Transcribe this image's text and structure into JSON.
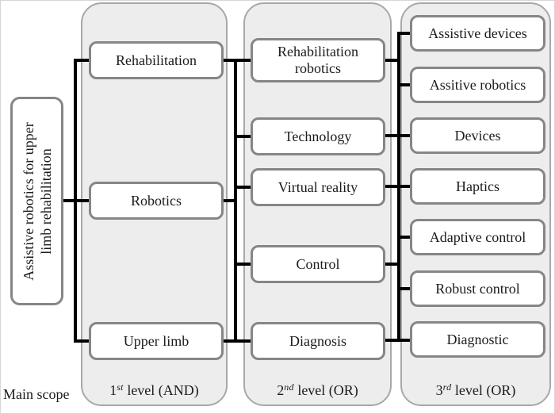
{
  "main_scope": {
    "box_line1": "Assistive robotics for upper",
    "box_line2": "limb rehabilitation",
    "caption": "Main scope"
  },
  "levels": [
    {
      "caption": {
        "num": "1",
        "sup": "st",
        "rest": " level (AND)"
      },
      "nodes": [
        "Rehabilitation",
        "Robotics",
        "Upper limb"
      ]
    },
    {
      "caption": {
        "num": "2",
        "sup": "nd",
        "rest": " level (OR)"
      },
      "nodes": [
        "Rehabilitation robotics",
        "Technology",
        "Virtual reality",
        "Control",
        "Diagnosis"
      ]
    },
    {
      "caption": {
        "num": "3",
        "sup": "rd",
        "rest": " level (OR)"
      },
      "nodes": [
        "Assistive devices",
        "Assitive robotics",
        "Devices",
        "Haptics",
        "Adaptive control",
        "Robust control",
        "Diagnostic"
      ]
    }
  ],
  "colors": {
    "background": "#ffffff",
    "panel_fill": "#ededed",
    "panel_border": "#a8a8a8",
    "node_fill": "#ffffff",
    "node_border": "#868686",
    "connector": "#000000",
    "text": "#1b1b1b"
  }
}
